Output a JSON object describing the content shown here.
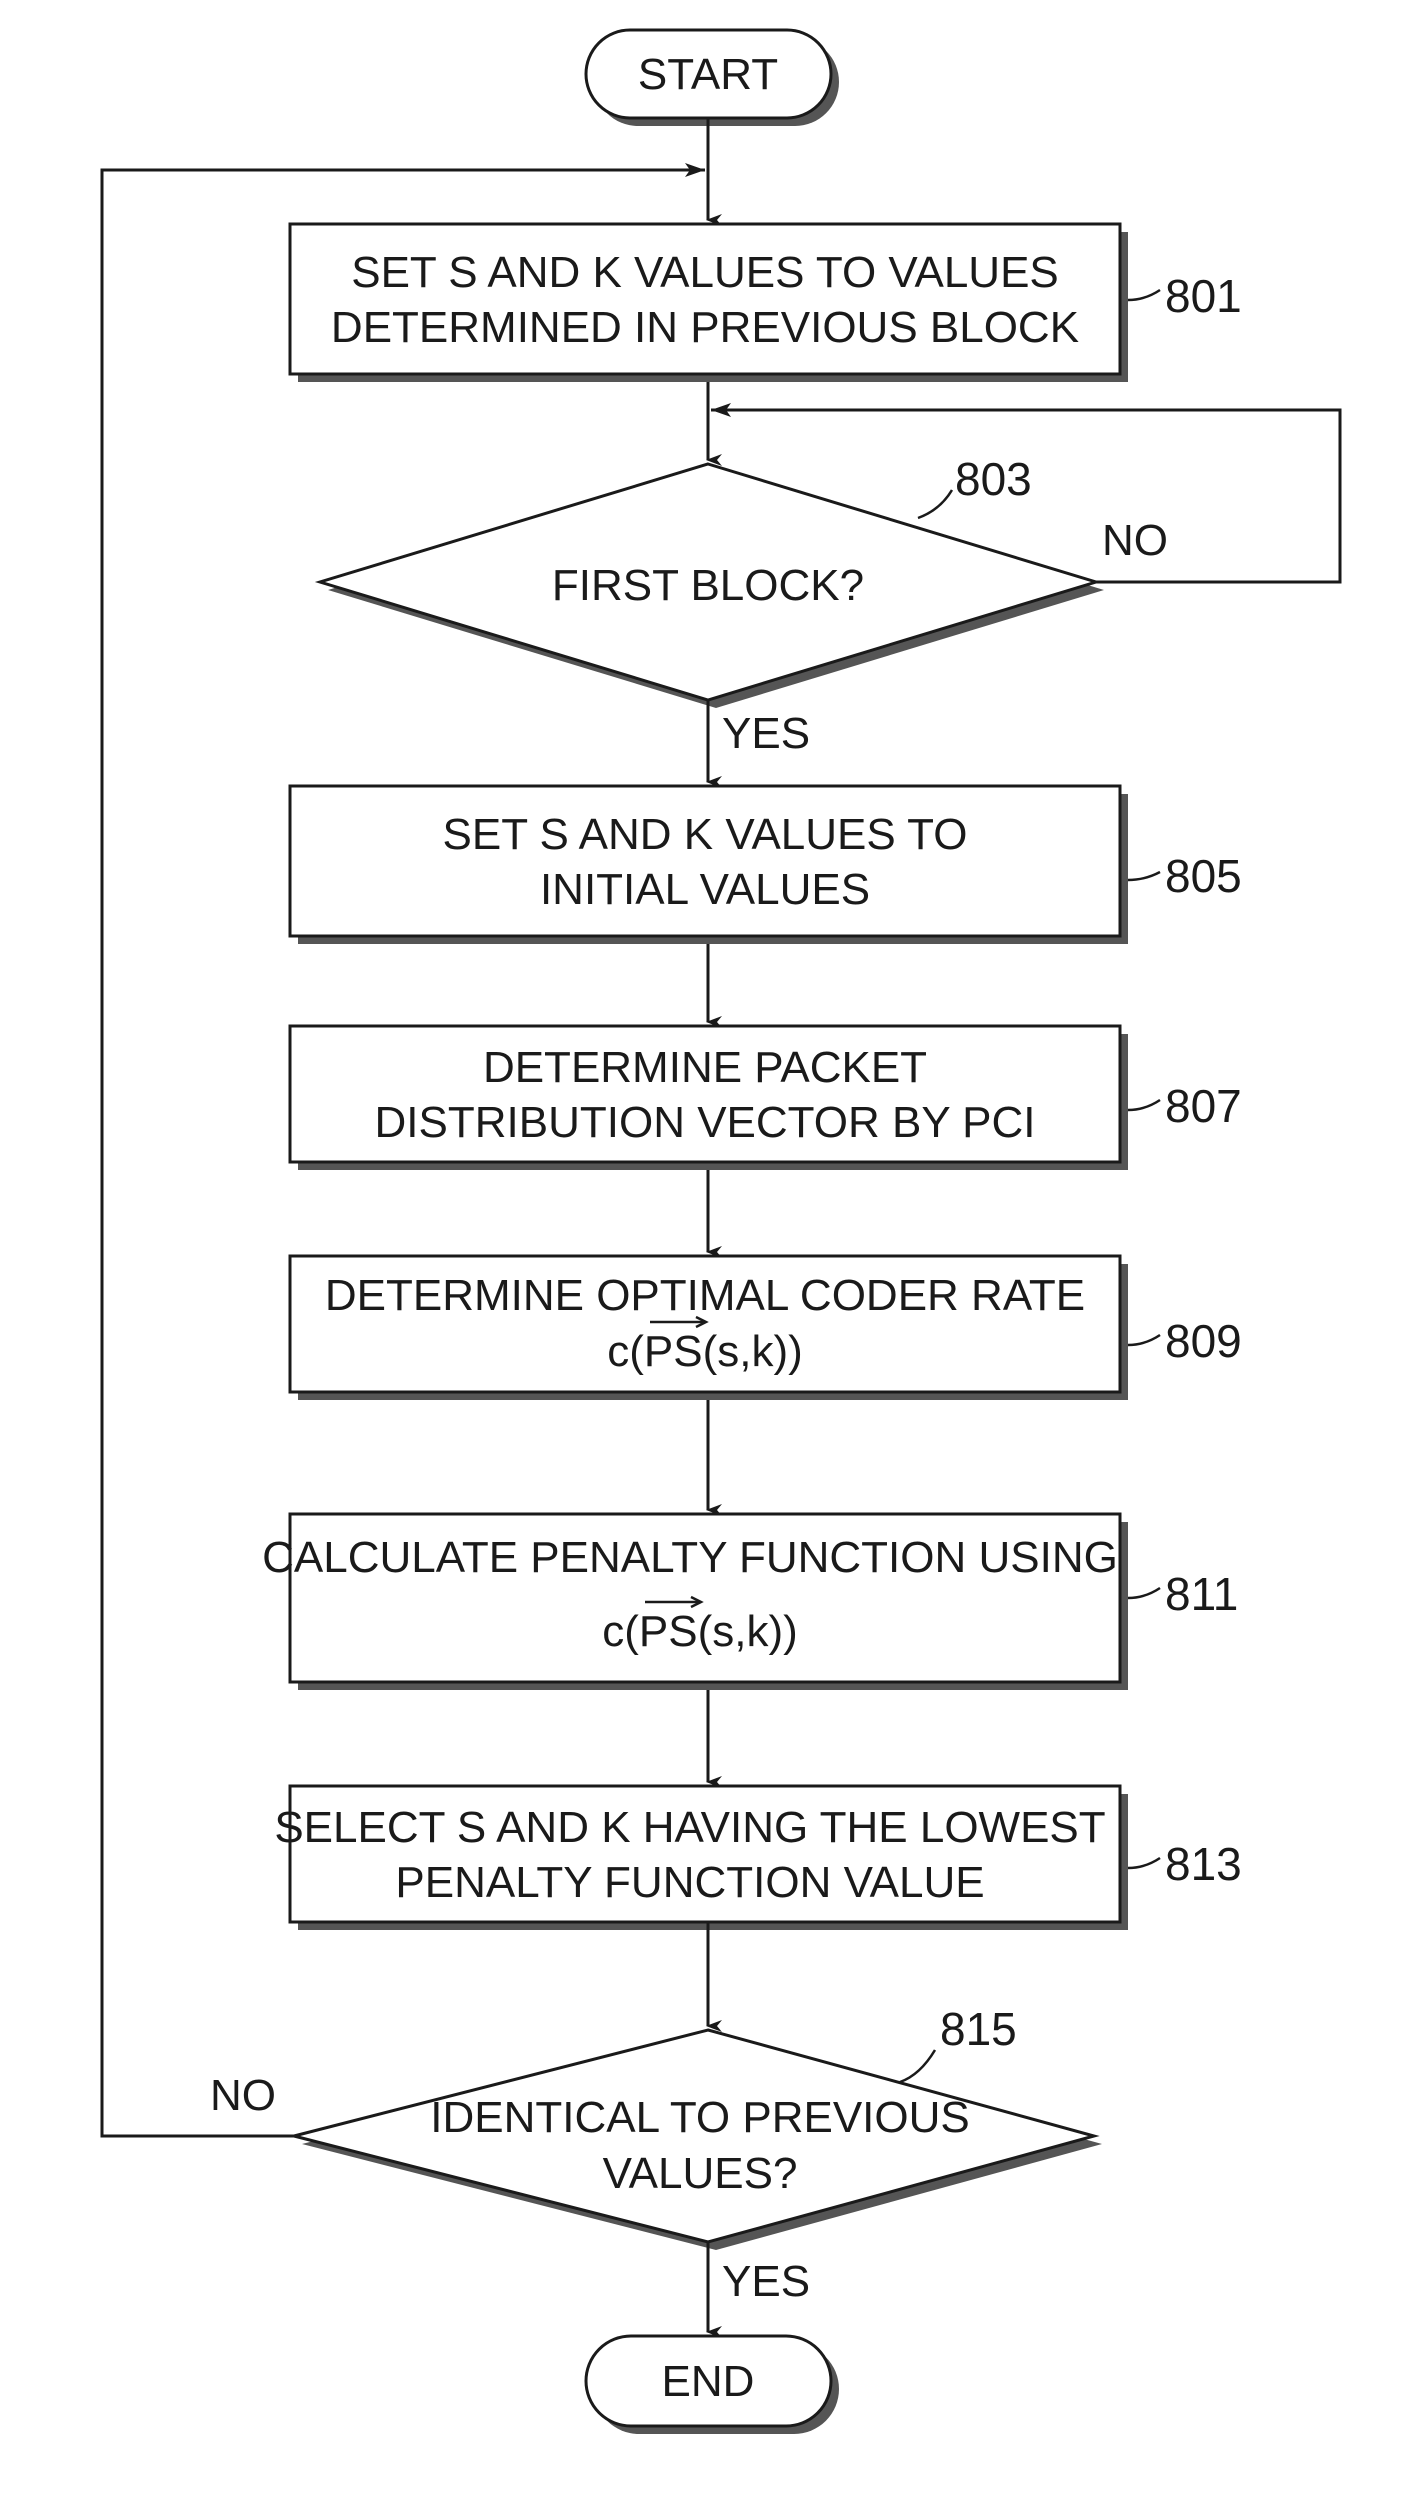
{
  "nodes": {
    "start": {
      "label": "START"
    },
    "n801": {
      "line1": "SET S AND K VALUES TO VALUES",
      "line2": "DETERMINED IN PREVIOUS BLOCK",
      "ref": "801"
    },
    "n803": {
      "label": "FIRST BLOCK?",
      "ref": "803",
      "yes_label": "YES",
      "no_label": "NO"
    },
    "n805": {
      "line1": "SET S AND K VALUES TO",
      "line2": "INITIAL VALUES",
      "ref": "805"
    },
    "n807": {
      "line1": "DETERMINE PACKET",
      "line2": "DISTRIBUTION VECTOR BY PCI",
      "ref": "807"
    },
    "n809": {
      "line1": "DETERMINE OPTIMAL CODER RATE",
      "formula_prefix": "c(",
      "formula_vector": "PS",
      "formula_suffix": "(s,k))",
      "ref": "809"
    },
    "n811": {
      "line1": "CALCULATE PENALTY FUNCTION USING",
      "formula_prefix": "c(",
      "formula_vector": "PS",
      "formula_suffix": "(s,k))",
      "ref": "811"
    },
    "n813": {
      "line1": "SELECT S AND K HAVING THE LOWEST",
      "line2": "PENALTY FUNCTION VALUE",
      "ref": "813"
    },
    "n815": {
      "line1": "IDENTICAL TO PREVIOUS",
      "line2": "VALUES?",
      "ref": "815",
      "yes_label": "YES",
      "no_label": "NO"
    },
    "end": {
      "label": "END"
    }
  }
}
